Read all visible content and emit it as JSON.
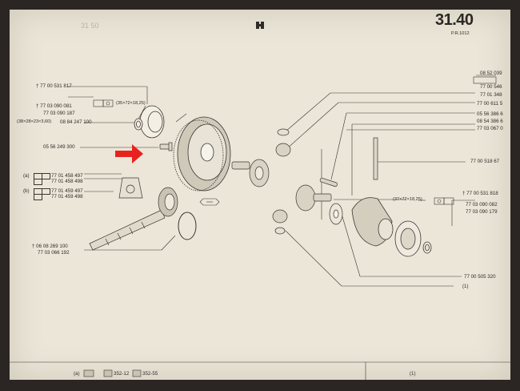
{
  "header": {
    "section": "31.40",
    "subtitle": "P.R.1012",
    "faded_corner": "31 50"
  },
  "parts_left": {
    "p1": "† 77 00 531 817",
    "p2": "† 77 03 090 081",
    "p3": "77 03 090 187",
    "p4_prefix": "(38×28×23×3,60)",
    "p4": "08 84 247 100",
    "spec_35": "(35×72×18,25)",
    "p5": "05 56 249 300",
    "row_a_tag": "(a)",
    "p6": "77 01 458 497",
    "p7": "77 01 458 498",
    "row_b_tag": "(b)",
    "p8": "77 01 459 497",
    "p9": "77 01 459 498",
    "p10": "† 06 08 269 100",
    "p11": "77 03 066 192"
  },
  "parts_right": {
    "r1": "08 52 039",
    "r2": "77 00 546",
    "r3": "77 01 348",
    "r4": "77 00 611 5",
    "r5": "05 56 386 6",
    "r6": "08 54 386 6",
    "r7": "77 03 067 0",
    "r8": "77 00 518 67",
    "spec_37": "(37×72×18,25)",
    "r9": "† 77 00 531 818",
    "r10": "77 03 090 082",
    "r11": "77 03 090 179",
    "r12": "77 00 505 320",
    "r13": "(1)"
  },
  "footer": {
    "tag_a": "(a)",
    "ref1": "352-12",
    "ref2": "352-55",
    "ref3": "(1)"
  },
  "colors": {
    "paper": "#ebe6d8",
    "ink": "#2e2b26",
    "arrow": "#e8231f",
    "frame": "#2b2623"
  }
}
